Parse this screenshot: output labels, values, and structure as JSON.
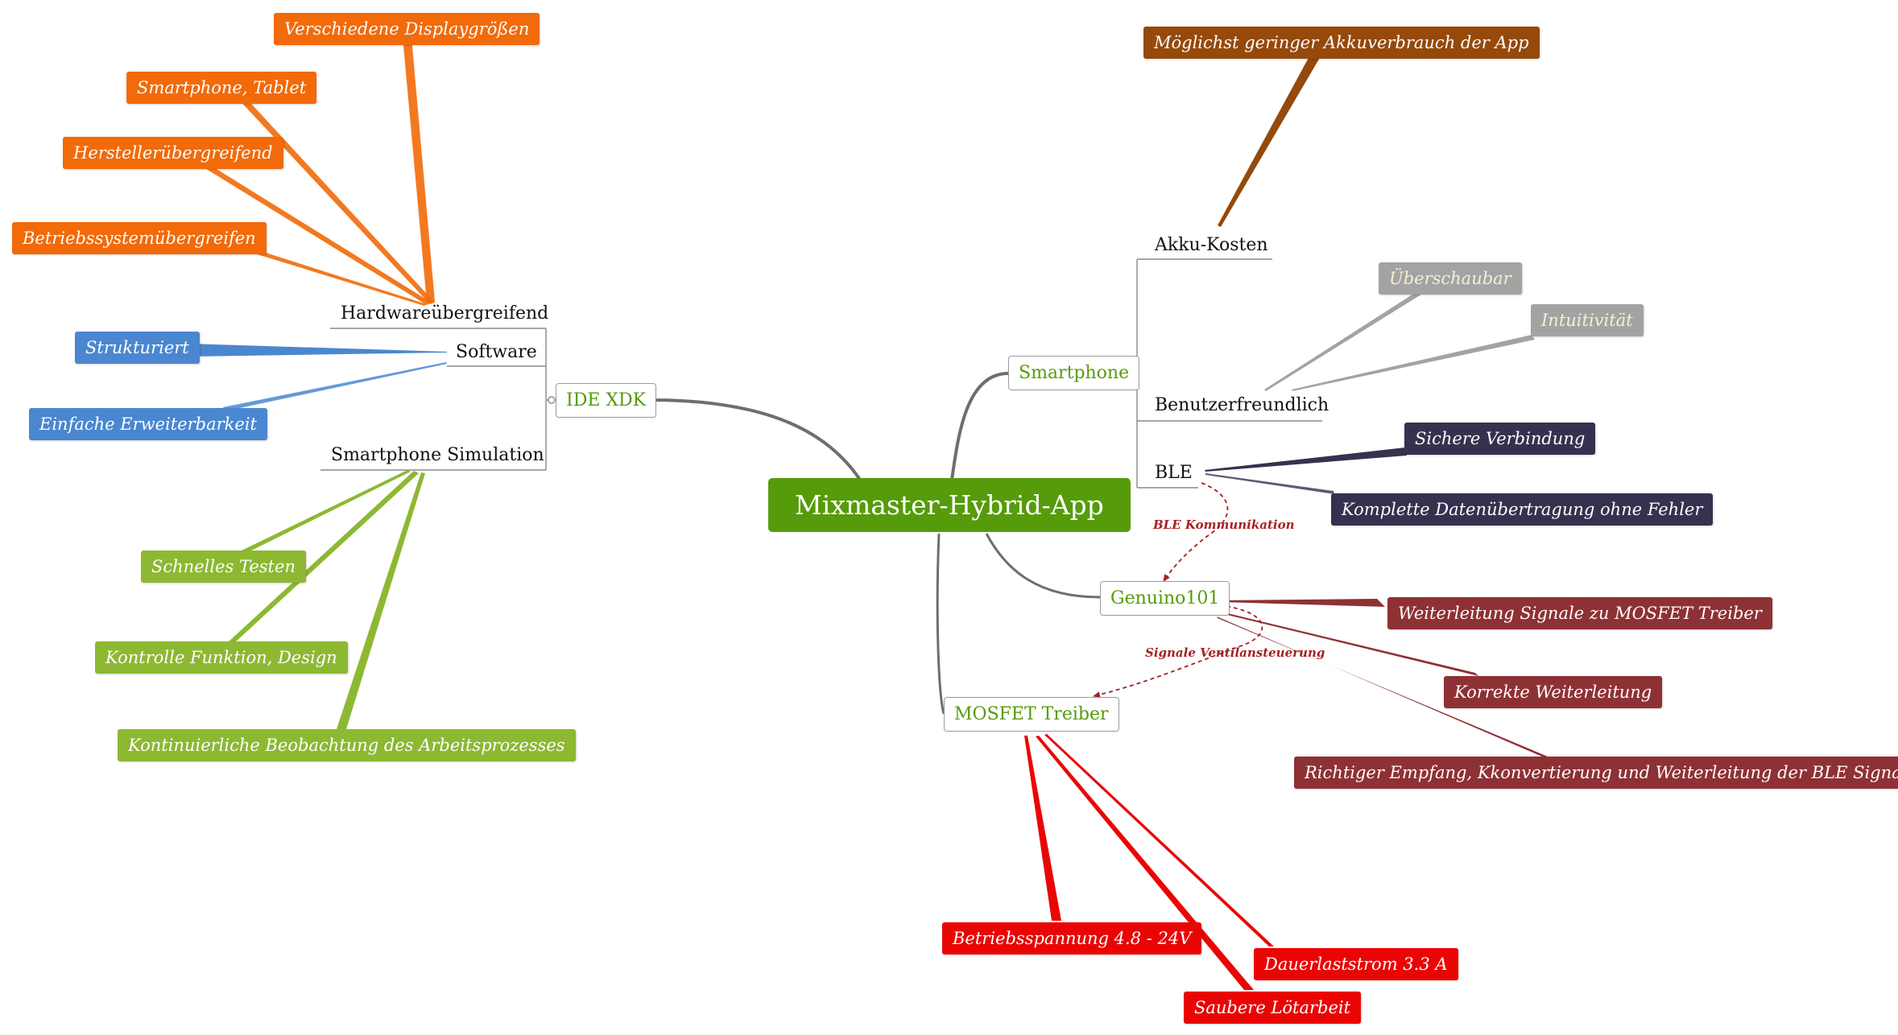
{
  "central": {
    "label": "Mixmaster-Hybrid-App"
  },
  "branches": {
    "ide": {
      "label": "IDE XDK",
      "topics": {
        "hardware": {
          "label": "Hardwareübergreifend",
          "leaves": [
            "Verschiedene Displaygrößen",
            "Smartphone,  Tablet",
            "Herstellerübergreifend",
            "Betriebssystemübergreifen"
          ]
        },
        "software": {
          "label": "Software",
          "leaves": [
            "Strukturiert",
            "Einfache Erweiterbarkeit"
          ]
        },
        "simulation": {
          "label": "Smartphone Simulation",
          "leaves": [
            "Schnelles Testen",
            "Kontrolle Funktion, Design",
            "Kontinuierliche Beobachtung des Arbeitsprozesses"
          ]
        }
      }
    },
    "smartphone": {
      "label": "Smartphone",
      "topics": {
        "akku": {
          "label": "Akku-Kosten",
          "leaves": [
            "Möglichst geringer Akkuverbrauch der App"
          ]
        },
        "benutzer": {
          "label": "Benutzerfreundlich",
          "leaves": [
            "Überschaubar",
            "Intuitivität"
          ]
        },
        "ble": {
          "label": "BLE",
          "leaves": [
            "Sichere Verbindung",
            "Komplette Datenübertragung ohne Fehler"
          ]
        }
      }
    },
    "genuino": {
      "label": "Genuino101",
      "leaves": [
        "Weiterleitung Signale zu MOSFET Treiber",
        "Korrekte Weiterleitung",
        "Richtiger Empfang, Kkonvertierung und Weiterleitung der BLE Signale"
      ]
    },
    "mosfet": {
      "label": "MOSFET Treiber",
      "leaves": [
        "Betriebsspannung 4.8 - 24V",
        "Dauerlaststrom 3.3 A",
        "Saubere Lötarbeit"
      ]
    }
  },
  "relationships": {
    "ble_kommunikation": "BLE Kommunikation",
    "signale_ventil": "Signale Ventilansteuerung"
  },
  "colors": {
    "central": "#569b0b",
    "branch_text": "#569b0b",
    "hardware": "#f26a09",
    "software": "#4a87d0",
    "simulation": "#8db832",
    "akku": "#95490b",
    "benutzer": "#a3a3a3",
    "ble": "#38304f",
    "genuino": "#8e3135",
    "mosfet": "#ea0505",
    "relationship": "#a52226"
  }
}
